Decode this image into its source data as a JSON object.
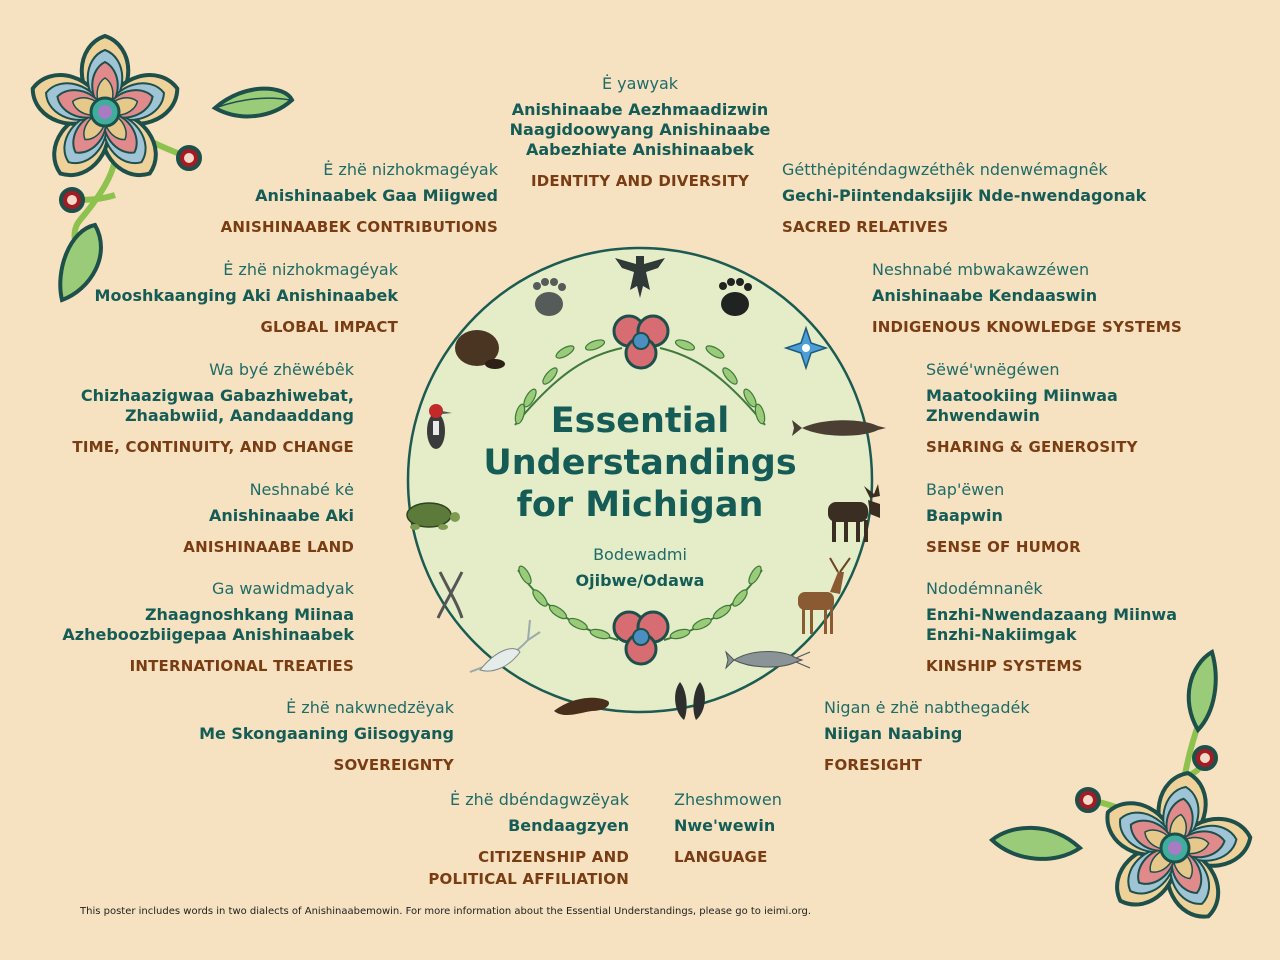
{
  "title_line1": "Essential",
  "title_line2": "Understandings",
  "title_line3": "for Michigan",
  "legend": {
    "bodewadmi": "Bodewadmi",
    "ojibwe": "Ojibwe/Odawa"
  },
  "sections": {
    "identity": {
      "bode": "Ė yawyak",
      "ojib": [
        "Anishinaabe Aezhmaadizwin",
        "Naagidoowyang Anishinaabe",
        "Aabezhiate Anishinaabek"
      ],
      "eng": [
        "IDENTITY AND DIVERSITY"
      ]
    },
    "contributions": {
      "bode": "Ė zhë nizhokmagéyak",
      "ojib": [
        "Anishinaabek Gaa Miigwed"
      ],
      "eng": [
        "ANISHINAABEK CONTRIBUTIONS"
      ]
    },
    "sacred": {
      "bode": "Gétthėpiténdagwzéthêk ndenwémagnêk",
      "ojib": [
        "Gechi-Piintendaksijik Nde-nwendagonak"
      ],
      "eng": [
        "SACRED RELATIVES"
      ]
    },
    "global": {
      "bode": "Ė zhë nizhokmagéyak",
      "ojib": [
        "Mooshkaanging Aki Anishinaabek"
      ],
      "eng": [
        "GLOBAL IMPACT"
      ]
    },
    "knowledge": {
      "bode": "Neshnabé mbwakawzéwen",
      "ojib": [
        "Anishinaabe Kendaaswin"
      ],
      "eng": [
        "INDIGENOUS KNOWLEDGE SYSTEMS"
      ]
    },
    "time": {
      "bode": "Wa byé zhëwébêk",
      "ojib": [
        "Chizhaazigwaa Gabazhiwebat,",
        "Zhaabwiid, Aandaaddang"
      ],
      "eng": [
        "TIME, CONTINUITY, AND CHANGE"
      ]
    },
    "sharing": {
      "bode": "Sëwé'wnëgéwen",
      "ojib": [
        "Maatookiing Miinwaa",
        "Zhwendawin"
      ],
      "eng": [
        "SHARING & GENEROSITY"
      ]
    },
    "land": {
      "bode": "Neshnabé kė",
      "ojib": [
        "Anishinaabe Aki"
      ],
      "eng": [
        "ANISHINAABE LAND"
      ]
    },
    "humor": {
      "bode": "Bap'ëwen",
      "ojib": [
        "Baapwin"
      ],
      "eng": [
        "SENSE OF HUMOR"
      ]
    },
    "treaties": {
      "bode": "Ga wawidmadyak",
      "ojib": [
        "Zhaagnoshkang Miinaa",
        "Azheboozbiigepaa Anishinaabek"
      ],
      "eng": [
        "INTERNATIONAL TREATIES"
      ]
    },
    "kinship": {
      "bode": "Ndodémnanêk",
      "ojib": [
        "Enzhi-Nwendazaang Miinwa",
        "Enzhi-Nakiimgak"
      ],
      "eng": [
        "KINSHIP SYSTEMS"
      ]
    },
    "sovereignty": {
      "bode": "Ė zhë nakwnedzëyak",
      "ojib": [
        "Me Skongaaning Giisogyang"
      ],
      "eng": [
        "SOVEREIGNTY"
      ]
    },
    "foresight": {
      "bode": "Nigan ė zhë nabthegadék",
      "ojib": [
        "Niigan Naabing"
      ],
      "eng": [
        "FORESIGHT"
      ]
    },
    "citizenship": {
      "bode": "Ė zhë dbéndagwzëyak",
      "ojib": [
        "Bendaagzyen"
      ],
      "eng": [
        "CITIZENSHIP AND",
        "POLITICAL AFFILIATION"
      ]
    },
    "language": {
      "bode": "Zheshmowen",
      "ojib": [
        "Nwe'wewin"
      ],
      "eng": [
        "LANGUAGE"
      ]
    }
  },
  "footnote": "This poster includes words in two dialects of Anishinaabemowin. For more information about the Essential Understandings, please go to ieimi.org.",
  "colors": {
    "background": "#f6e2c0",
    "circle": "#e4ecc8",
    "teal": "#155c57",
    "brown": "#7a3c12",
    "flower_red": "#d76d72",
    "leaf": "#8dc06f"
  },
  "icons": [
    "thunderbird-icon",
    "bear-paw-icon",
    "beaver-icon",
    "woodpecker-icon",
    "turtle-icon",
    "crossed-lines-icon",
    "crane-icon",
    "otter-icon",
    "deer-tracks-icon",
    "catfish-icon",
    "deer-icon",
    "moose-icon",
    "sturgeon-icon",
    "compass-star-icon",
    "flower-icon"
  ]
}
